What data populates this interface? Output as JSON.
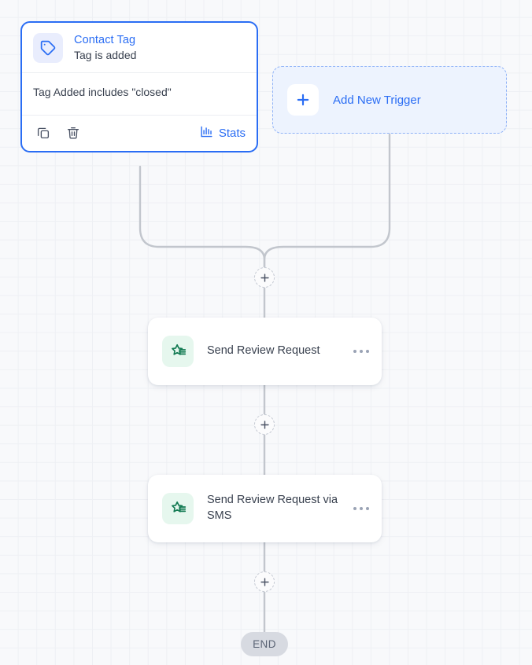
{
  "canvas": {
    "background_color": "#f8f9fb",
    "grid_color": "#eef0f4"
  },
  "trigger": {
    "icon": "tag-icon",
    "title": "Contact Tag",
    "subtitle": "Tag is added",
    "condition": "Tag Added includes \"closed\"",
    "border_color": "#2a6df4",
    "title_color": "#2a6df4",
    "icon_bg": "#e9edfd",
    "footer": {
      "copy_icon": "copy-icon",
      "delete_icon": "trash-icon",
      "stats_icon": "bar-chart-icon",
      "stats_label": "Stats"
    }
  },
  "add_trigger": {
    "icon": "plus-icon",
    "label": "Add New Trigger",
    "label_color": "#2a6df4",
    "background": "#edf3fe",
    "border_color": "#8fb2f7"
  },
  "actions": [
    {
      "icon": "review-star-icon",
      "label": "Send Review Request",
      "menu_icon": "more-horizontal-icon",
      "icon_bg": "#e6f7ee",
      "icon_color": "#127a52"
    },
    {
      "icon": "review-star-icon",
      "label": "Send Review Request via SMS",
      "menu_icon": "more-horizontal-icon",
      "icon_bg": "#e6f7ee",
      "icon_color": "#127a52"
    }
  ],
  "add_step_buttons": [
    {
      "icon": "plus-icon"
    },
    {
      "icon": "plus-icon"
    },
    {
      "icon": "plus-icon"
    }
  ],
  "end_node": {
    "label": "END",
    "background": "#d7dae1",
    "text_color": "#5b6475"
  },
  "connector_color": "#c2c6cd"
}
